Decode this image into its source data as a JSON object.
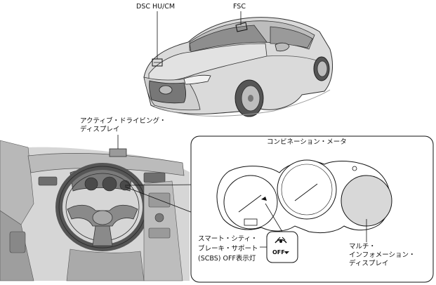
{
  "labels": {
    "dsc": "DSC HU/CM",
    "fsc": "FSC",
    "active_display_line1": "アクティブ・ドライビング・",
    "active_display_line2": "ディスプレイ",
    "combination_meter": "コンビネーション・メータ",
    "scbs_line1": "スマート・シティ・",
    "scbs_line2": "ブレーキ・サポート",
    "scbs_line3": "(SCBS) OFF表示灯",
    "multi_line1": "マルチ・",
    "multi_line2": "インフォメーション・",
    "multi_line3": "ディスプレイ",
    "indicator_text": "OFF"
  },
  "colors": {
    "line": "#222222",
    "car_body": "#d9d9d9",
    "car_shade": "#a8a8a8",
    "interior": "#c8c8c8",
    "multi_display_fill": "#d8d8d8",
    "panel_bg": "#ffffff"
  }
}
